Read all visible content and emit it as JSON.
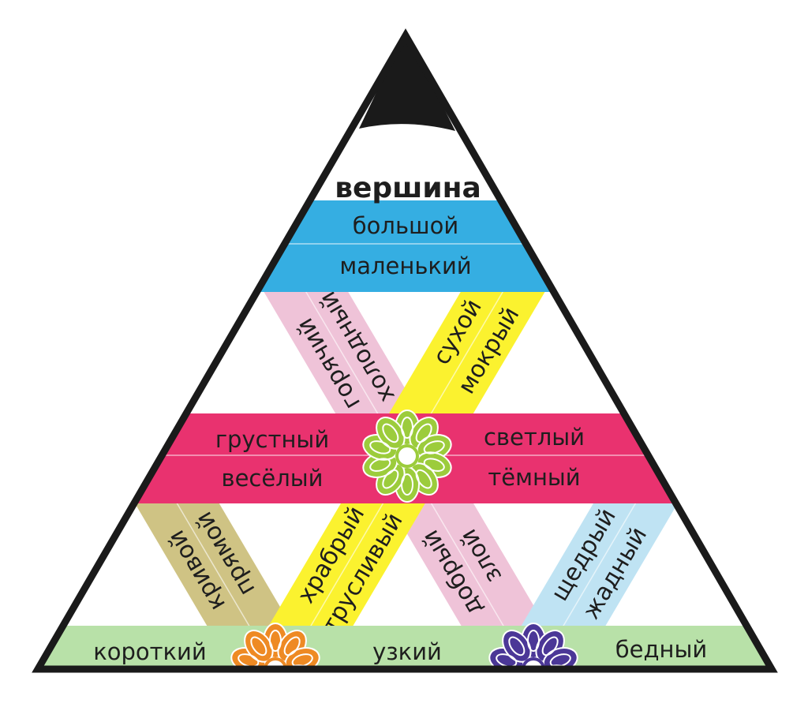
{
  "title": "вершина",
  "colors": {
    "outline": "#1a1a1a",
    "blue": "#35aee2",
    "pink_light": "#efc3d8",
    "yellow": "#fbf22f",
    "magenta": "#e9326f",
    "olive": "#cfc384",
    "sky": "#bfe3f3",
    "green": "#b8e1a8",
    "flower_green": "#9ccc3c",
    "flower_orange": "#ee8a24",
    "flower_purple": "#4b3797"
  },
  "strips": {
    "top_upper": "большой",
    "top_lower": "маленький",
    "pink_left_inner": "холодный",
    "pink_left_outer": "горячий",
    "yellow_upper_a": "сухой",
    "yellow_upper_b": "мокрый",
    "middle_upper_left": "грустный",
    "middle_upper_right": "светлый",
    "middle_lower_left": "весёлый",
    "middle_lower_right": "тёмный",
    "olive_a": "прямой",
    "olive_b": "кривой",
    "yellow_lower_a": "храбрый",
    "yellow_lower_b": "трусливый",
    "pink_right_a": "злой",
    "pink_right_b": "добрый",
    "sky_a": "щедрый",
    "sky_b": "жадный",
    "bottom_left": "короткий",
    "bottom_center": "узкий",
    "bottom_right": "бедный"
  }
}
